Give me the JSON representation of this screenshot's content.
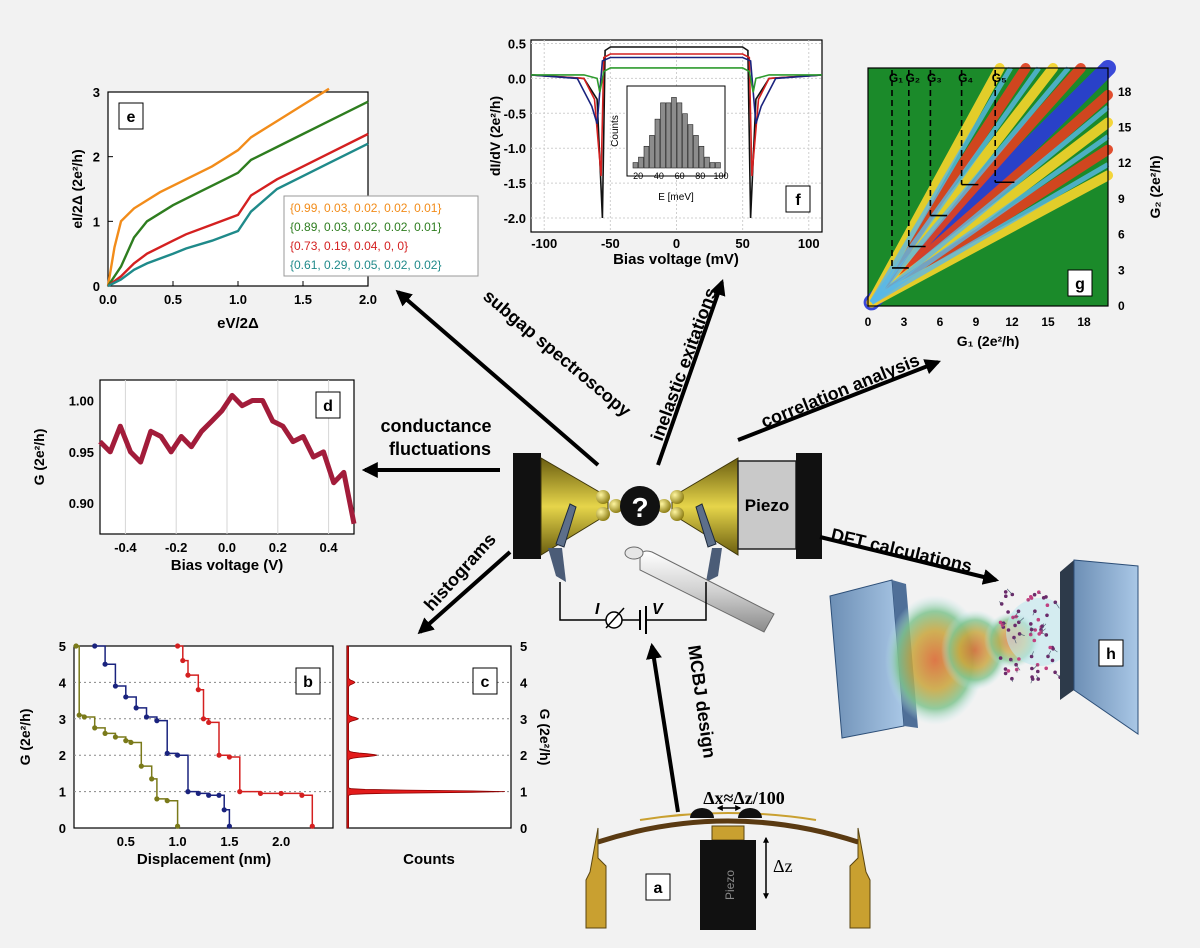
{
  "center": {
    "question": "?",
    "piezo": "Piezo",
    "current": "I",
    "voltage": "V"
  },
  "arrows": {
    "subgap": "subgap spectroscopy",
    "inelastic": "inelastic exitations",
    "correlation": "correlation analysis",
    "cond1": "conductance",
    "cond2": "fluctuations",
    "dft": "DFT calculations",
    "histograms": "histograms",
    "mcbj": "MCBJ design"
  },
  "panels": {
    "a": {
      "label": "a",
      "piezo": "Piezo",
      "formula": "Δx≈Δz/100",
      "dz": "Δz"
    },
    "b": {
      "label": "b",
      "ylabel": "G (2e²/h)",
      "xlabel": "Displacement (nm)",
      "xticks": [
        "0.5",
        "1.0",
        "1.5",
        "2.0"
      ],
      "yticks": [
        "0",
        "1",
        "2",
        "3",
        "4",
        "5"
      ]
    },
    "c": {
      "label": "c",
      "ylabel": "G (2e²/h)",
      "xlabel": "Counts",
      "yticks": [
        "0",
        "1",
        "2",
        "3",
        "4",
        "5"
      ]
    },
    "d": {
      "label": "d",
      "ylabel": "G (2e²/h)",
      "xlabel": "Bias voltage (V)",
      "xticks": [
        "-0.4",
        "-0.2",
        "0.0",
        "0.2",
        "0.4"
      ],
      "yticks": [
        "0.90",
        "0.95",
        "1.00"
      ]
    },
    "e": {
      "label": "e",
      "ylabel": "eI/2Δ (2e²/h)",
      "xlabel": "eV/2Δ",
      "xticks": [
        "0.0",
        "0.5",
        "1.0",
        "1.5",
        "2.0"
      ],
      "yticks": [
        "0",
        "1",
        "2",
        "3"
      ],
      "legend": [
        "{0.99, 0.03, 0.02, 0.02, 0.01}",
        "{0.89, 0.03, 0.02, 0.02, 0.01}",
        "{0.73, 0.19, 0.04, 0, 0}",
        "{0.61, 0.29, 0.05, 0.02, 0.02}"
      ],
      "colors": [
        "#f28c1a",
        "#2e7d1f",
        "#d42020",
        "#1f8a8a"
      ]
    },
    "f": {
      "label": "f",
      "ylabel": "dI/dV (2e²/h)",
      "xlabel": "Bias voltage (mV)",
      "xticks": [
        "-100",
        "-50",
        "0",
        "50",
        "100"
      ],
      "yticks": [
        "0.5",
        "0.0",
        "-0.5",
        "-1.0",
        "-1.5",
        "-2.0"
      ],
      "inset_ylabel": "Counts",
      "inset_xlabel": "E [meV]",
      "inset_xticks": [
        "20",
        "40",
        "60",
        "80",
        "100"
      ]
    },
    "g": {
      "label": "g",
      "ylabel": "G₂ (2e²/h)",
      "xlabel": "G₁ (2e²/h)",
      "ticks": [
        "0",
        "3",
        "6",
        "9",
        "12",
        "15",
        "18"
      ],
      "diag_labels": [
        "G₁",
        "G₂",
        "G₃",
        "G₄",
        "G₅"
      ]
    },
    "h": {
      "label": "h"
    }
  },
  "chart_data": [
    {
      "type": "line",
      "panel": "b",
      "xlabel": "Displacement (nm)",
      "ylabel": "G (2e²/h)",
      "xlim": [
        0,
        2.5
      ],
      "ylim": [
        0,
        5
      ],
      "series": [
        {
          "color": "#1a237e",
          "x": [
            0.2,
            0.3,
            0.4,
            0.5,
            0.6,
            0.7,
            0.8,
            0.9,
            1.0,
            1.1,
            1.2,
            1.3,
            1.4,
            1.45,
            1.5
          ],
          "y": [
            5,
            4.5,
            3.9,
            3.6,
            3.3,
            3.05,
            2.95,
            2.05,
            2.0,
            1.0,
            0.95,
            0.9,
            0.9,
            0.5,
            0.05
          ]
        },
        {
          "color": "#7a7a1a",
          "x": [
            0.02,
            0.05,
            0.1,
            0.2,
            0.3,
            0.4,
            0.5,
            0.55,
            0.65,
            0.75,
            0.8,
            0.9,
            1.0
          ],
          "y": [
            5,
            3.1,
            3.05,
            2.75,
            2.6,
            2.5,
            2.4,
            2.35,
            1.7,
            1.35,
            0.8,
            0.75,
            0.05
          ]
        },
        {
          "color": "#d42020",
          "x": [
            1.0,
            1.05,
            1.1,
            1.2,
            1.25,
            1.3,
            1.4,
            1.5,
            1.6,
            1.8,
            2.0,
            2.2,
            2.3
          ],
          "y": [
            5,
            4.6,
            4.2,
            3.8,
            3.0,
            2.9,
            2.0,
            1.95,
            1.0,
            0.95,
            0.95,
            0.9,
            0.05
          ]
        }
      ]
    },
    {
      "type": "area",
      "panel": "c",
      "ylabel": "G (2e²/h)",
      "xlabel": "Counts",
      "ylim": [
        0,
        5
      ],
      "peaks": [
        1,
        2,
        3,
        4
      ],
      "peak_heights": [
        1.0,
        0.18,
        0.06,
        0.04
      ]
    },
    {
      "type": "line",
      "panel": "d",
      "xlabel": "Bias voltage (V)",
      "ylabel": "G (2e²/h)",
      "xlim": [
        -0.5,
        0.5
      ],
      "ylim": [
        0.87,
        1.02
      ],
      "x": [
        -0.5,
        -0.46,
        -0.42,
        -0.38,
        -0.34,
        -0.3,
        -0.26,
        -0.22,
        -0.18,
        -0.14,
        -0.1,
        -0.06,
        -0.02,
        0.02,
        0.06,
        0.1,
        0.14,
        0.18,
        0.22,
        0.26,
        0.3,
        0.34,
        0.38,
        0.42,
        0.46,
        0.5
      ],
      "y": [
        0.96,
        0.95,
        0.975,
        0.95,
        0.94,
        0.97,
        0.965,
        0.95,
        0.965,
        0.955,
        0.97,
        0.98,
        0.99,
        1.005,
        0.995,
        1.0,
        1.0,
        0.98,
        0.975,
        0.96,
        0.965,
        0.945,
        0.95,
        0.92,
        0.93,
        0.88
      ],
      "color": "#a21c3a"
    },
    {
      "type": "line",
      "panel": "e",
      "xlabel": "eV/2Δ",
      "ylabel": "eI/2Δ (2e²/h)",
      "xlim": [
        0,
        2
      ],
      "ylim": [
        0,
        3
      ],
      "series": [
        {
          "color": "#f28c1a",
          "x": [
            0,
            0.05,
            0.1,
            0.2,
            0.4,
            0.6,
            0.8,
            1.0,
            1.1,
            1.3,
            1.5,
            1.7
          ],
          "y": [
            0,
            0.6,
            1.0,
            1.2,
            1.45,
            1.65,
            1.85,
            2.1,
            2.3,
            2.55,
            2.8,
            3.05
          ]
        },
        {
          "color": "#2e7d1f",
          "x": [
            0,
            0.1,
            0.2,
            0.3,
            0.5,
            0.7,
            0.9,
            1.0,
            1.1,
            1.3,
            1.5,
            1.7,
            2.0
          ],
          "y": [
            0,
            0.3,
            0.75,
            1.0,
            1.25,
            1.45,
            1.65,
            1.75,
            1.95,
            2.15,
            2.35,
            2.55,
            2.85
          ]
        },
        {
          "color": "#d42020",
          "x": [
            0,
            0.1,
            0.2,
            0.3,
            0.5,
            0.6,
            0.8,
            1.0,
            1.1,
            1.3,
            1.5,
            1.7,
            2.0
          ],
          "y": [
            0,
            0.15,
            0.35,
            0.5,
            0.7,
            0.8,
            0.95,
            1.1,
            1.4,
            1.65,
            1.85,
            2.05,
            2.35
          ]
        },
        {
          "color": "#1f8a8a",
          "x": [
            0,
            0.1,
            0.2,
            0.3,
            0.5,
            0.6,
            0.8,
            1.0,
            1.1,
            1.3,
            1.5,
            1.7,
            2.0
          ],
          "y": [
            0,
            0.1,
            0.25,
            0.35,
            0.5,
            0.58,
            0.7,
            0.85,
            1.15,
            1.5,
            1.7,
            1.9,
            2.2
          ]
        }
      ]
    },
    {
      "type": "line",
      "panel": "f",
      "xlabel": "Bias voltage (mV)",
      "ylabel": "dI/dV (2e²/h)",
      "xlim": [
        -110,
        110
      ],
      "ylim": [
        -2.2,
        0.55
      ],
      "series": [
        {
          "color": "#111111",
          "x": [
            -110,
            -70,
            -60,
            -56,
            -54,
            -50,
            0,
            50,
            54,
            56,
            60,
            70,
            110
          ],
          "y": [
            0.05,
            0.0,
            -0.3,
            -2.0,
            0.4,
            0.45,
            0.45,
            0.45,
            0.4,
            -2.0,
            -0.3,
            0.0,
            0.05
          ]
        },
        {
          "color": "#d42020",
          "x": [
            -110,
            -70,
            -62,
            -57,
            -55,
            -50,
            0,
            50,
            55,
            57,
            62,
            70,
            110
          ],
          "y": [
            0.05,
            0.0,
            -0.3,
            -1.4,
            0.3,
            0.35,
            0.35,
            0.35,
            0.3,
            -1.4,
            -0.3,
            0.0,
            0.05
          ]
        },
        {
          "color": "#1a237e",
          "x": [
            -110,
            -75,
            -64,
            -60,
            -56,
            -50,
            0,
            50,
            56,
            60,
            64,
            75,
            110
          ],
          "y": [
            0.05,
            0.0,
            -0.4,
            -0.65,
            0.25,
            0.3,
            0.3,
            0.3,
            0.25,
            -0.65,
            -0.4,
            0.0,
            0.05
          ]
        },
        {
          "color": "#2e9b2e",
          "x": [
            -110,
            -70,
            -60,
            -58,
            -55,
            -50,
            0,
            50,
            55,
            58,
            60,
            70,
            110
          ],
          "y": [
            0.05,
            0.05,
            0.0,
            -0.2,
            0.1,
            0.15,
            0.15,
            0.15,
            0.1,
            -0.2,
            0.0,
            0.05,
            0.05
          ]
        }
      ],
      "inset": {
        "type": "bar",
        "xlabel": "E [meV]",
        "ylabel": "Counts",
        "categories": [
          "20",
          "25",
          "30",
          "35",
          "40",
          "45",
          "50",
          "55",
          "60",
          "65",
          "70",
          "75",
          "80",
          "85",
          "90",
          "95"
        ],
        "values": [
          1,
          2,
          4,
          6,
          9,
          12,
          12,
          13,
          12,
          10,
          8,
          6,
          4,
          2,
          1,
          1
        ]
      }
    },
    {
      "type": "heatmap",
      "panel": "g",
      "xlabel": "G₁ (2e²/h)",
      "ylabel": "G₂ (2e²/h)",
      "xlim": [
        0,
        20
      ],
      "ylim": [
        0,
        20
      ]
    }
  ]
}
